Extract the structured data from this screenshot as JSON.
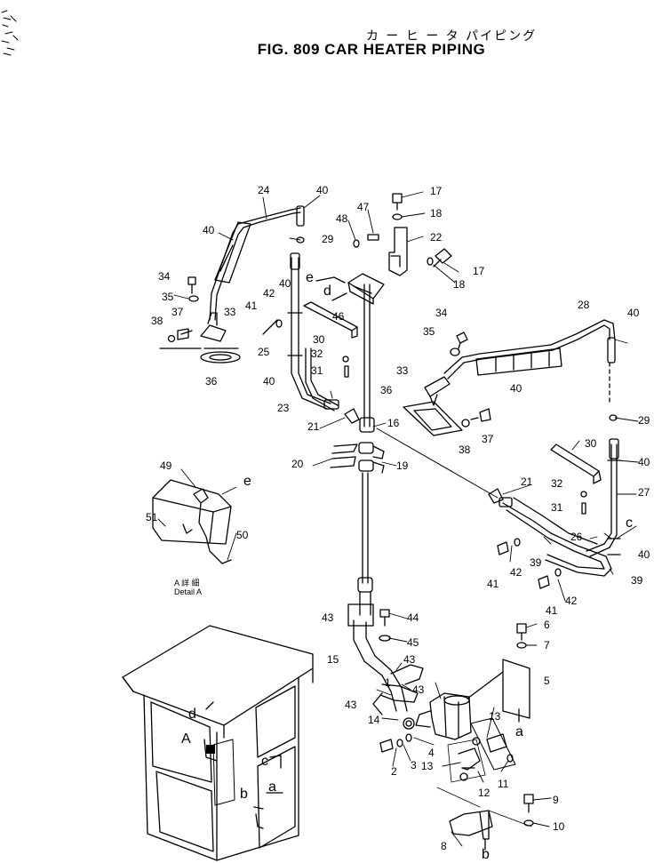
{
  "header": {
    "subtitle_jp": "カ ー ヒ ー タ パイピング",
    "title": "FIG. 809  CAR HEATER PIPING"
  },
  "detail": {
    "heading": "A 詳 細",
    "label": "Detail A"
  },
  "callouts": {
    "n1": "1",
    "n2": "2",
    "n3": "3",
    "n4": "4",
    "n5": "5",
    "n6": "6",
    "n7": "7",
    "n8": "8",
    "n9": "9",
    "n10": "10",
    "n11": "11",
    "n12": "12",
    "n13a": "13",
    "n13b": "13",
    "n14": "14",
    "n15": "15",
    "n16": "16",
    "n17a": "17",
    "n17b": "17",
    "n18a": "18",
    "n18b": "18",
    "n19": "19",
    "n20": "20",
    "n21a": "21",
    "n21b": "21",
    "n22": "22",
    "n23": "23",
    "n24": "24",
    "n25": "25",
    "n26": "26",
    "n27": "27",
    "n28": "28",
    "n29a": "29",
    "n29b": "29",
    "n30a": "30",
    "n30b": "30",
    "n31a": "31",
    "n31b": "31",
    "n32a": "32",
    "n32b": "32",
    "n33a": "33",
    "n33b": "33",
    "n34a": "34",
    "n34b": "34",
    "n35a": "35",
    "n35b": "35",
    "n36a": "36",
    "n36b": "36",
    "n37a": "37",
    "n37b": "37",
    "n38a": "38",
    "n38b": "38",
    "n39a": "39",
    "n39b": "39",
    "n40a": "40",
    "n40b": "40",
    "n40c": "40",
    "n40d": "40",
    "n40e": "40",
    "n40f": "40",
    "n40g": "40",
    "n40h": "40",
    "n41a": "41",
    "n41b": "41",
    "n41c": "41",
    "n42a": "42",
    "n42b": "42",
    "n42c": "42",
    "n43a": "43",
    "n43b": "43",
    "n43c": "43",
    "n43d": "43",
    "n44": "44",
    "n45": "45",
    "n46": "46",
    "n47": "47",
    "n48": "48",
    "n49": "49",
    "n50": "50",
    "n51": "51"
  },
  "refs": {
    "a1": "a",
    "a2": "a",
    "b1": "b",
    "b2": "b",
    "c1": "c",
    "c2": "c",
    "d1": "d",
    "d2": "d",
    "e1": "e",
    "e2": "e",
    "A": "A"
  }
}
